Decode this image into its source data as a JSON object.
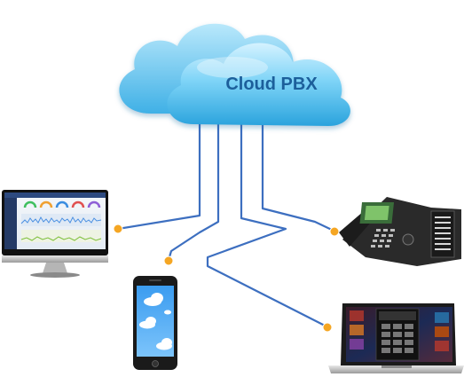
{
  "cloud": {
    "label": "Cloud PBX"
  },
  "devices": [
    {
      "name": "monitor"
    },
    {
      "name": "smartphone"
    },
    {
      "name": "ip-desk-phone"
    },
    {
      "name": "laptop"
    }
  ],
  "colors": {
    "cloud_light": "#cfefff",
    "cloud_mid": "#6ccff6",
    "cloud_dark": "#2fa7e0",
    "cloud_text": "#1e5f9b",
    "line": "#3d6fc0",
    "connector_dot": "#f5a623"
  }
}
